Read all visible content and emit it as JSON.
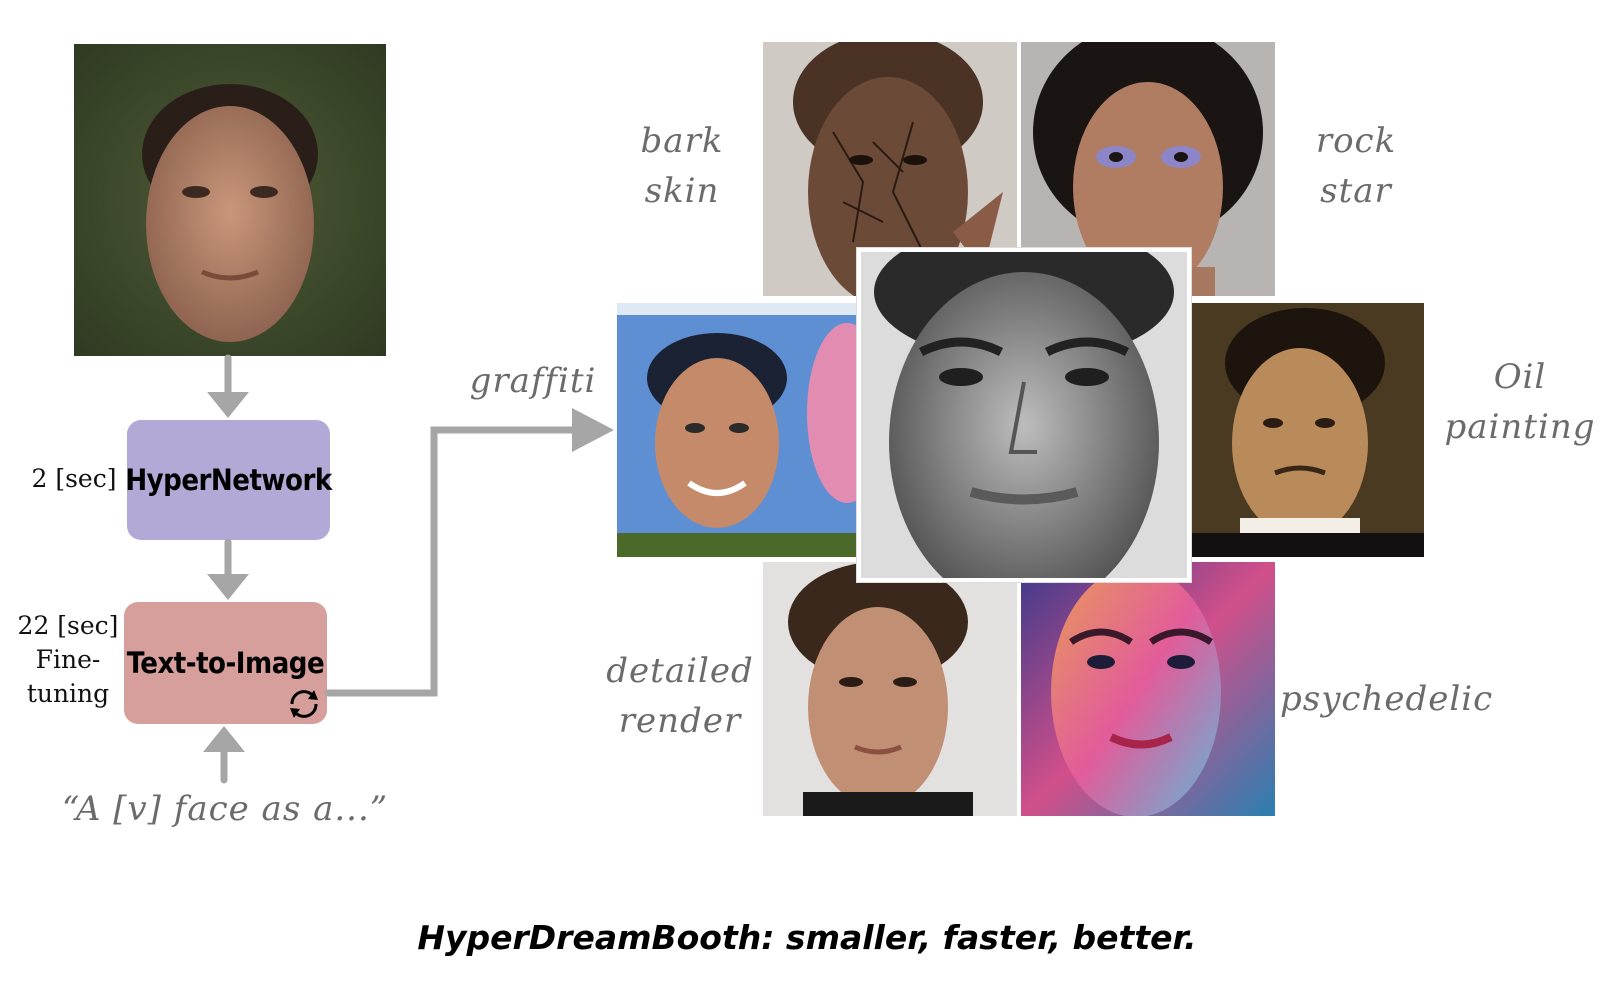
{
  "pipeline": {
    "hypernetwork_label": "HyperNetwork",
    "hypernetwork_time": "2 [sec]",
    "t2i_label": "Text-to-Image",
    "t2i_time_line1": "22 [sec]",
    "t2i_time_line2": "Fine-",
    "t2i_time_line3": "tuning",
    "prompt": "“A [v] face as a...”",
    "arrow_label": "graffiti"
  },
  "styles": {
    "bark_line1": "bark",
    "bark_line2": "skin",
    "rock_line1": "rock",
    "rock_line2": "star",
    "oil_line1": "Oil",
    "oil_line2": "painting",
    "detailed_line1": "detailed",
    "detailed_line2": "render",
    "psychedelic": "psychedelic"
  },
  "caption": "HyperDreamBooth: smaller, faster, better.",
  "colors": {
    "hypernetwork_box": "#b3a9d6",
    "t2i_box": "#d79f9c",
    "arrow": "#a6a6a6"
  },
  "icons": {
    "refresh": "refresh-icon"
  }
}
